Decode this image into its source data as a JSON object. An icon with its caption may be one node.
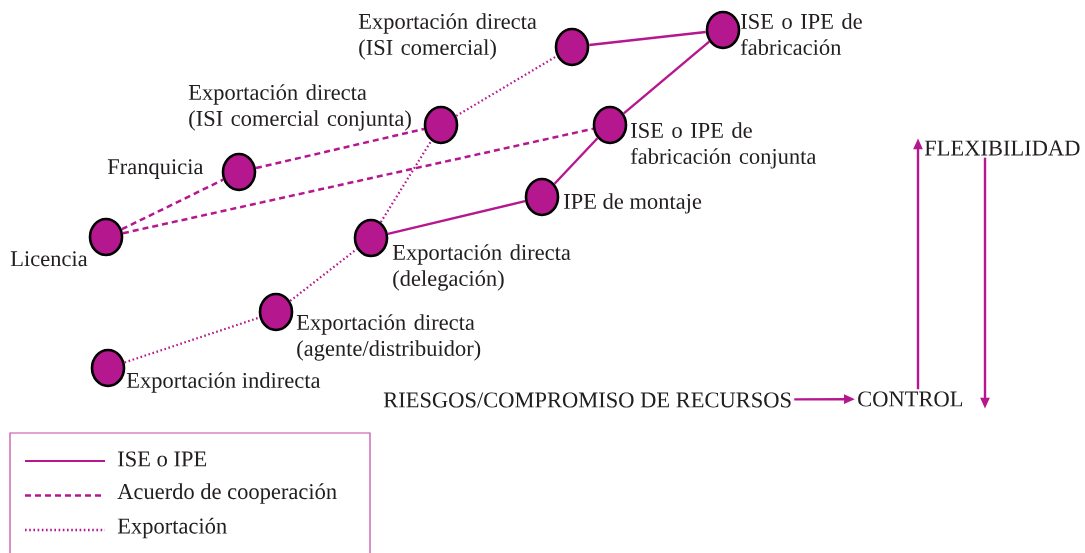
{
  "diagram": {
    "nodes": [
      {
        "text": [
          "Exportación indirecta"
        ]
      },
      {
        "text": [
          "Exportación directa (agente/distribuidor)"
        ]
      },
      {
        "text": [
          "Exportación directa (delegación)"
        ]
      },
      {
        "text": [
          "IPE de montaje"
        ]
      },
      {
        "text": [
          "ISE o IPE de fabricación conjunta"
        ]
      },
      {
        "text": [
          "ISE o IPE de fabricación"
        ]
      },
      {
        "text": [
          "Exportación directa (ISI comercial)"
        ]
      },
      {
        "text": [
          "Exportación directa (ISI comercial conjunta)"
        ]
      },
      {
        "text": [
          "Franquicia"
        ]
      },
      {
        "text": [
          "Licencia"
        ]
      },
      {
        "text": [
          "RIESGOS/COMPROMISO DE RECURSOS"
        ]
      },
      {
        "text": [
          "CONTROL"
        ]
      },
      {
        "text": [
          "FLEXIBILIDAD"
        ]
      }
    ],
    "edges": [
      {
        "from": 0,
        "to": 1,
        "arrow": "none",
        "style": "dashed"
      },
      {
        "from": 1,
        "to": 2,
        "arrow": "none",
        "style": "dashed"
      },
      {
        "from": 2,
        "to": 7,
        "arrow": "none",
        "style": "dashed"
      },
      {
        "from": 7,
        "to": 6,
        "arrow": "none",
        "style": "dashed"
      },
      {
        "from": 9,
        "to": 8,
        "arrow": "none",
        "style": "dashed"
      },
      {
        "from": 9,
        "to": 4,
        "arrow": "none",
        "style": "dashed"
      },
      {
        "from": 8,
        "to": 7,
        "arrow": "none",
        "style": "dashed"
      },
      {
        "from": 2,
        "to": 3,
        "arrow": "none"
      },
      {
        "from": 3,
        "to": 4,
        "arrow": "none"
      },
      {
        "from": 4,
        "to": 5,
        "arrow": "none"
      },
      {
        "from": 6,
        "to": 5,
        "arrow": "none"
      },
      {
        "from": 10,
        "to": 11,
        "arrow": "to"
      },
      {
        "from": 11,
        "to": 12,
        "arrow": "to"
      },
      {
        "from": 12,
        "to": 11,
        "arrow": "to"
      }
    ],
    "legend": [
      {
        "text": "ISE o IPE"
      },
      {
        "text": "Acuerdo de cooperación"
      },
      {
        "text": "Exportación"
      }
    ]
  }
}
